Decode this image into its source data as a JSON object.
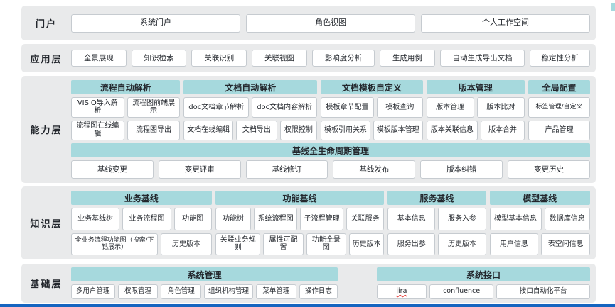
{
  "colors": {
    "teal": "#a6d9dd",
    "layer_bg": "#e9eaeb",
    "box_border": "#c6cbd0",
    "bottom_line": "#1565c0",
    "jira_underline": "#e5342f"
  },
  "portal": {
    "label": "门户",
    "items": [
      "系统门户",
      "角色视图",
      "个人工作空间"
    ]
  },
  "application": {
    "label": "应用层",
    "items": [
      "全景展现",
      "知识检索",
      "关联识别",
      "关联视图",
      "影响度分析",
      "生成用例",
      "自动生成导出文档",
      "稳定性分析"
    ]
  },
  "capability": {
    "label": "能力层",
    "groups": [
      {
        "header": "流程自动解析",
        "rows": [
          [
            "VISIO导入解析",
            "流程图前端展示"
          ],
          [
            "流程图在线编辑",
            "流程图导出"
          ]
        ]
      },
      {
        "header": "文档自动解析",
        "rows": [
          [
            "doc文档章节解析",
            "doc文档内容解析"
          ],
          [
            "文档在线编辑",
            "文档导出",
            "权限控制"
          ]
        ]
      },
      {
        "header": "文档模板自定义",
        "rows": [
          [
            "模板章节配置",
            "模板查询"
          ],
          [
            "模板引用关系",
            "模板版本管理"
          ]
        ]
      },
      {
        "header": "版本管理",
        "rows": [
          [
            "版本管理",
            "版本比对"
          ],
          [
            "版本关联信息",
            "版本合并"
          ]
        ]
      },
      {
        "header": "全局配置",
        "rows": [
          [
            "标签管理/自定义"
          ],
          [
            "产品管理"
          ]
        ]
      }
    ],
    "baseline": {
      "header": "基线全生命周期管理",
      "items": [
        "基线变更",
        "变更评审",
        "基线修订",
        "基线发布",
        "版本纠错",
        "变更历史"
      ]
    }
  },
  "knowledge": {
    "label": "知识层",
    "groups": [
      {
        "header": "业务基线",
        "rows": [
          [
            "业务基线树",
            "业务流程图",
            "功能图"
          ],
          [
            "全业务流程功能图（搜索/下钻展示）",
            "历史版本"
          ]
        ]
      },
      {
        "header": "功能基线",
        "rows": [
          [
            "功能树",
            "系统流程图",
            "子流程管理",
            "关联服务"
          ],
          [
            "关联业务规则",
            "属性可配置",
            "功能全景图",
            "历史版本"
          ]
        ]
      },
      {
        "header": "服务基线",
        "rows": [
          [
            "基本信息",
            "服务入参"
          ],
          [
            "服务出参",
            "历史版本"
          ]
        ]
      },
      {
        "header": "模型基线",
        "rows": [
          [
            "模型基本信息",
            "数据库信息"
          ],
          [
            "用户信息",
            "表空间信息"
          ]
        ]
      }
    ]
  },
  "foundation": {
    "label": "基础层",
    "groups": [
      {
        "header": "系统管理",
        "items": [
          "多用户管理",
          "权限管理",
          "角色管理",
          "组织机构管理",
          "菜单管理",
          "操作日志"
        ]
      },
      {
        "header": "系统接口",
        "items": [
          "jira",
          "confluence",
          "接口自动化平台"
        ]
      }
    ]
  }
}
